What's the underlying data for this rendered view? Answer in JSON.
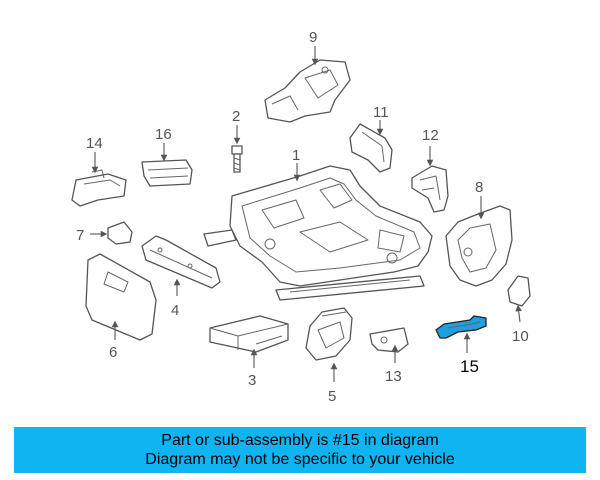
{
  "labels": {
    "p1": "1",
    "p2": "2",
    "p3": "3",
    "p4": "4",
    "p5": "5",
    "p6": "6",
    "p7": "7",
    "p8": "8",
    "p9": "9",
    "p10": "10",
    "p11": "11",
    "p12": "12",
    "p13": "13",
    "p14": "14",
    "p15": "15",
    "p16": "16"
  },
  "highlighted_part": "15",
  "colors": {
    "highlight": "#1e9fe0",
    "banner": "#0fb4f0",
    "line": "#555555"
  },
  "banner": {
    "line1": "Part or sub-assembly is #15 in diagram",
    "line2": "Diagram may not be specific to your vehicle"
  }
}
